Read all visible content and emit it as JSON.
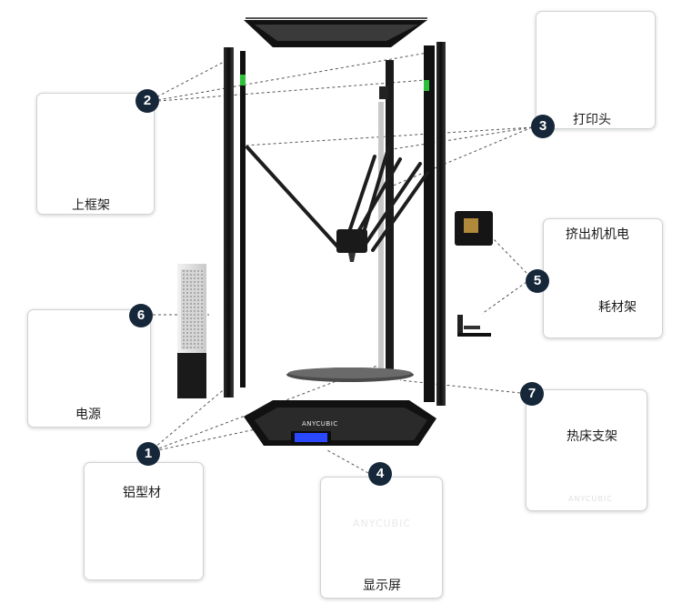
{
  "callouts": [
    {
      "number": "1",
      "label": "铝型材"
    },
    {
      "number": "2",
      "label": "上框架"
    },
    {
      "number": "3",
      "label": "打印头"
    },
    {
      "number": "4",
      "label": "显示屏"
    },
    {
      "number": "5",
      "label": "挤出机机电",
      "label2": "耗材架"
    },
    {
      "number": "6",
      "label": "电源"
    },
    {
      "number": "7",
      "label": "热床支架"
    }
  ],
  "brand": "ANYCUBIC",
  "colors": {
    "badge": "#16273a",
    "frame": "#1c1c1c",
    "screen": "#2a49ff",
    "accent_green": "#2fbf3a"
  }
}
